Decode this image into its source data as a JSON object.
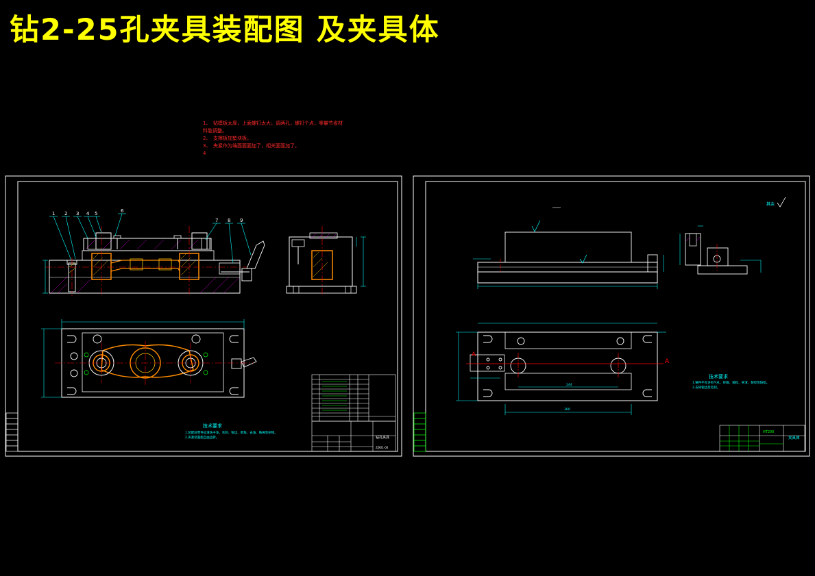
{
  "title": "钻2-25孔夹具装配图 及夹具体",
  "notes": [
    "1、　钻模板太厚，上面螺钉太大，调两孔，螺钉个点，零量节省材",
    "料能调整。",
    "2、　支撑板加垫块板。",
    "3、　夹紧作为端面面面加了，相关面面加了。",
    "4"
  ],
  "sheets": [
    {
      "name": "assembly-drawing",
      "tech_requirements_title": "技术要求",
      "tech_requirements": [
        "1.装配前零件应清洗干净，毛刺、锐边、倒角、去油、铁屑等杂物。",
        "2.夹紧装置能自由运转。"
      ],
      "title_block_name": "钻孔夹具",
      "title_block_drawing_no": "ZJX01-00",
      "balloons": [
        "1",
        "2",
        "3",
        "4",
        "5",
        "6",
        "7",
        "8",
        "9"
      ],
      "bom_rows": 10
    },
    {
      "name": "fixture-body-drawing",
      "tech_requirements_title": "技术要求",
      "tech_requirements": [
        "1.铸件不允许有气孔、砂眼、缩松、夹渣、裂纹等缺陷。",
        "2.去除锐边及毛刺。"
      ],
      "title_block_name": "夹具体",
      "title_block_material": "HT200",
      "section_label": "A",
      "roughness_note": "其余",
      "dim_len": "360",
      "dim_holes": "244"
    }
  ],
  "colors": {
    "background": "#000000",
    "title": "#ffff00",
    "notes": "#ff2a2a",
    "frame": "#ffffff",
    "outline": "#ffffff",
    "centerline": "#ff0000",
    "dimension": "#00ffff",
    "section": "#ff8c00",
    "text_green": "#00ff00",
    "magenta": "#ff00ff"
  }
}
